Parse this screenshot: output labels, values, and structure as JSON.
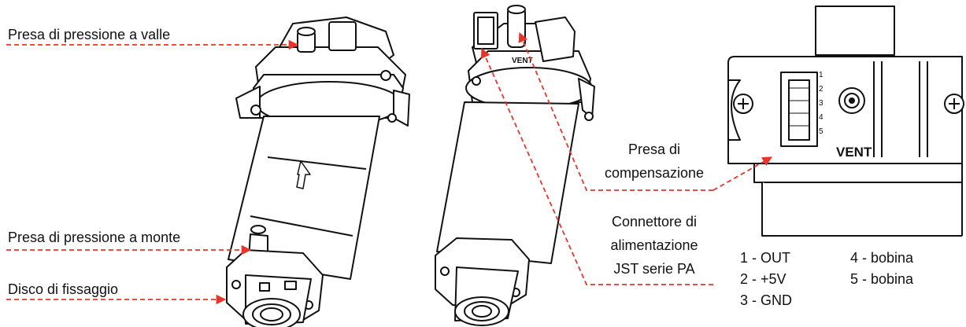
{
  "labels": {
    "outlet_port": "Presa di pressione a valle",
    "inlet_port": "Presa di pressione a monte",
    "fixing_disc": "Disco di fissaggio",
    "comp_line1": "Presa di",
    "comp_line2": "compensazione",
    "conn_line1": "Connettore di",
    "conn_line2": "alimentazione",
    "conn_line3": "JST serie PA",
    "vent": "VENT",
    "vent_small": "VENT"
  },
  "pins": {
    "p1": "1",
    "p2": "2",
    "p3": "3",
    "p4": "4",
    "p5": "5"
  },
  "pinout": {
    "pin1": "1 - OUT",
    "pin2": "2 - +5V",
    "pin3": "3 - GND",
    "pin4": "4 - bobina",
    "pin5": "5 - bobina"
  },
  "colors": {
    "arrow": "#e8342a",
    "line": "#111111"
  }
}
